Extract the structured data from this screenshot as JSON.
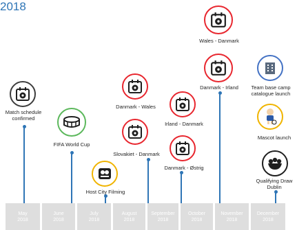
{
  "year": "2018",
  "colors": {
    "timeline": "#2e75b6",
    "match_ring": "#e8262e",
    "worldcup_ring": "#5cb85c",
    "launch_ring": "#4472c4",
    "host_ring": "#f0b400",
    "month_bar": "#dedede"
  },
  "events": [
    {
      "label": "Match schedule confirmed",
      "icon": "calendar-ball-icon"
    },
    {
      "label": "FIFA World Cup",
      "icon": "stadium-icon"
    },
    {
      "label": "Host City Filming",
      "icon": "film-camera-icon"
    },
    {
      "label": "Danmark - Wales",
      "icon": "calendar-ball-icon"
    },
    {
      "label": "Slovakiet - Danmark",
      "icon": "calendar-ball-icon"
    },
    {
      "label": "Irland - Danmark",
      "icon": "calendar-ball-icon"
    },
    {
      "label": "Danmark - Østrig",
      "icon": "calendar-ball-icon"
    },
    {
      "label": "Wales - Danmark",
      "icon": "calendar-ball-icon"
    },
    {
      "label": "Danmark - Irland",
      "icon": "calendar-ball-icon"
    },
    {
      "label": "Team base camp catalogue launch",
      "icon": "building-icon"
    },
    {
      "label": "Mascot launch",
      "icon": "mascot-icon"
    },
    {
      "label": "Qualifying Draw Dublin",
      "icon": "ball-bowl-icon"
    }
  ],
  "months": [
    {
      "name": "May",
      "year": "2018"
    },
    {
      "name": "June",
      "year": "2018"
    },
    {
      "name": "July",
      "year": "2018"
    },
    {
      "name": "August",
      "year": "2018"
    },
    {
      "name": "September",
      "year": "2018"
    },
    {
      "name": "October",
      "year": "2018"
    },
    {
      "name": "November",
      "year": "2018"
    },
    {
      "name": "December",
      "year": "2018"
    }
  ]
}
